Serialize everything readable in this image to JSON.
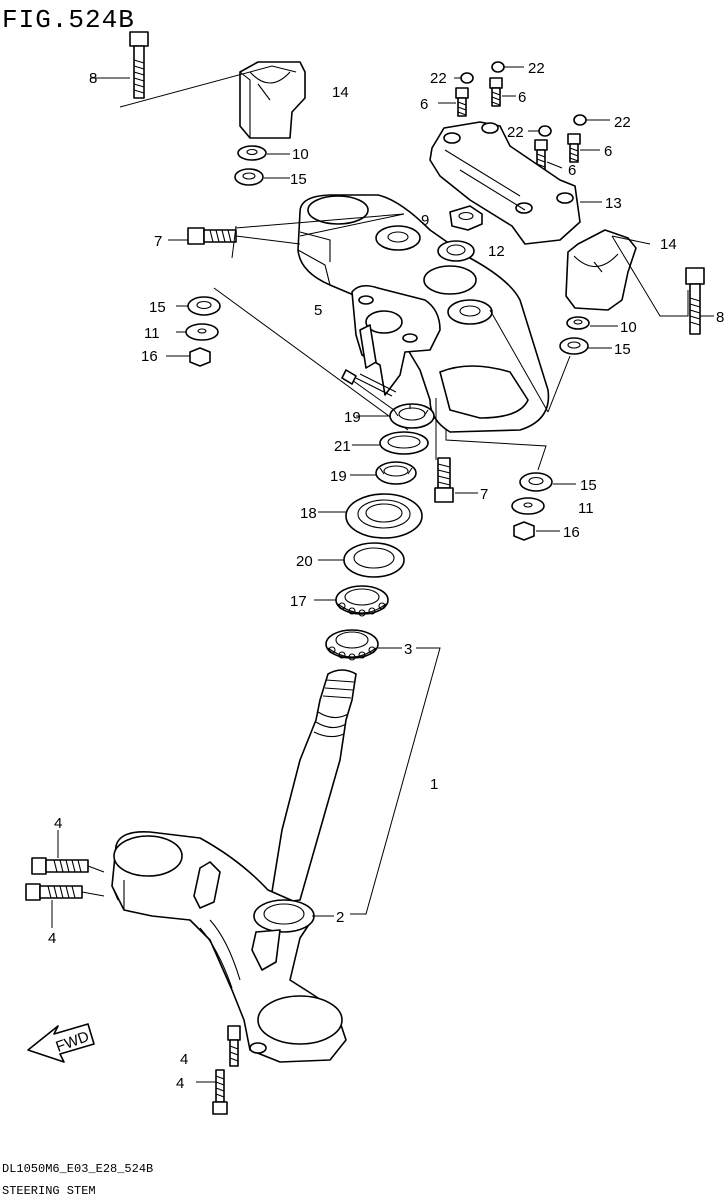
{
  "title": "FIG.524B",
  "footer": {
    "code": "DL1050M6_E03_E28_524B",
    "name": "STEERING STEM"
  },
  "fwd_label": "FWD",
  "colors": {
    "line": "#000000",
    "background": "#ffffff"
  },
  "callouts": [
    {
      "id": "c8a",
      "text": "8"
    },
    {
      "id": "c14a",
      "text": "14"
    },
    {
      "id": "c10a",
      "text": "10"
    },
    {
      "id": "c15a",
      "text": "15"
    },
    {
      "id": "c7a",
      "text": "7"
    },
    {
      "id": "c9",
      "text": "9"
    },
    {
      "id": "c12",
      "text": "12"
    },
    {
      "id": "c5",
      "text": "5"
    },
    {
      "id": "c15b",
      "text": "15"
    },
    {
      "id": "c11a",
      "text": "11"
    },
    {
      "id": "c16a",
      "text": "16"
    },
    {
      "id": "c19a",
      "text": "19"
    },
    {
      "id": "c21",
      "text": "21"
    },
    {
      "id": "c19b",
      "text": "19"
    },
    {
      "id": "c18",
      "text": "18"
    },
    {
      "id": "c20",
      "text": "20"
    },
    {
      "id": "c17",
      "text": "17"
    },
    {
      "id": "c3",
      "text": "3"
    },
    {
      "id": "c1",
      "text": "1"
    },
    {
      "id": "c2",
      "text": "2"
    },
    {
      "id": "c4a",
      "text": "4"
    },
    {
      "id": "c4b",
      "text": "4"
    },
    {
      "id": "c4c",
      "text": "4"
    },
    {
      "id": "c4d",
      "text": "4"
    },
    {
      "id": "c22a",
      "text": "22"
    },
    {
      "id": "c22b",
      "text": "22"
    },
    {
      "id": "c6a",
      "text": "6"
    },
    {
      "id": "c6b",
      "text": "6"
    },
    {
      "id": "c22c",
      "text": "22"
    },
    {
      "id": "c22d",
      "text": "22"
    },
    {
      "id": "c6c",
      "text": "6"
    },
    {
      "id": "c6d",
      "text": "6"
    },
    {
      "id": "c13",
      "text": "13"
    },
    {
      "id": "c14b",
      "text": "14"
    },
    {
      "id": "c8b",
      "text": "8"
    },
    {
      "id": "c10b",
      "text": "10"
    },
    {
      "id": "c15c",
      "text": "15"
    },
    {
      "id": "c7b",
      "text": "7"
    },
    {
      "id": "c15d",
      "text": "15"
    },
    {
      "id": "c11b",
      "text": "11"
    },
    {
      "id": "c16b",
      "text": "16"
    }
  ]
}
